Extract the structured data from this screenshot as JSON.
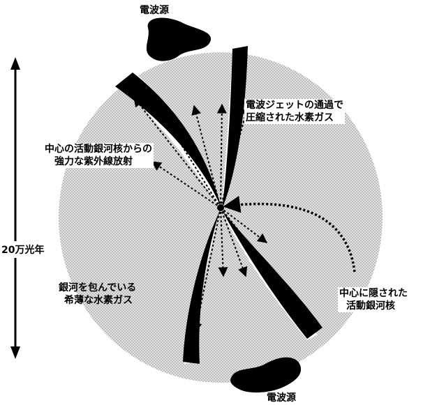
{
  "labels": {
    "radio_source_top": "電波源",
    "radio_source_bottom": "電波源",
    "compressed_gas_line1": "電波ジェットの通過で",
    "compressed_gas_line2": "圧縮された水素ガス",
    "uv_line1": "中心の活動銀河核からの",
    "uv_line2": "強力な紫外線放射",
    "scale": "20万光年",
    "diffuse_line1": "銀河を包んでいる",
    "diffuse_line2": "希薄な水素ガス",
    "nucleus_line1": "中心に隠された",
    "nucleus_line2": "活動銀河核"
  },
  "colors": {
    "halo": "#d4d4d4",
    "ink": "#000000",
    "background": "#ffffff"
  }
}
